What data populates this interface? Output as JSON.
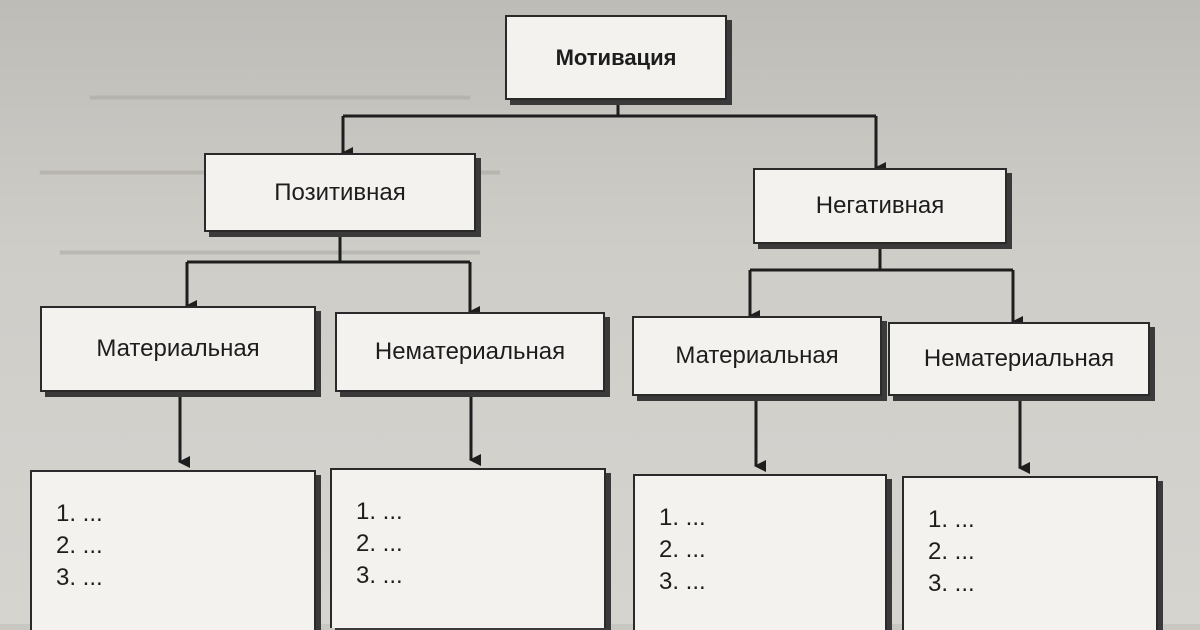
{
  "diagram": {
    "root": "Мотивация",
    "level1": [
      {
        "label": "Позитивная"
      },
      {
        "label": "Негативная"
      }
    ],
    "level2": [
      {
        "label": "Материальная"
      },
      {
        "label": "Нематериальная"
      },
      {
        "label": "Материальная"
      },
      {
        "label": "Нематериальная"
      }
    ],
    "lists": [
      [
        "1. ...",
        "2. ...",
        "3. ..."
      ],
      [
        "1. ...",
        "2. ...",
        "3. ..."
      ],
      [
        "1. ...",
        "2. ...",
        "3. ..."
      ],
      [
        "1. ...",
        "2. ...",
        "3. ..."
      ]
    ]
  }
}
